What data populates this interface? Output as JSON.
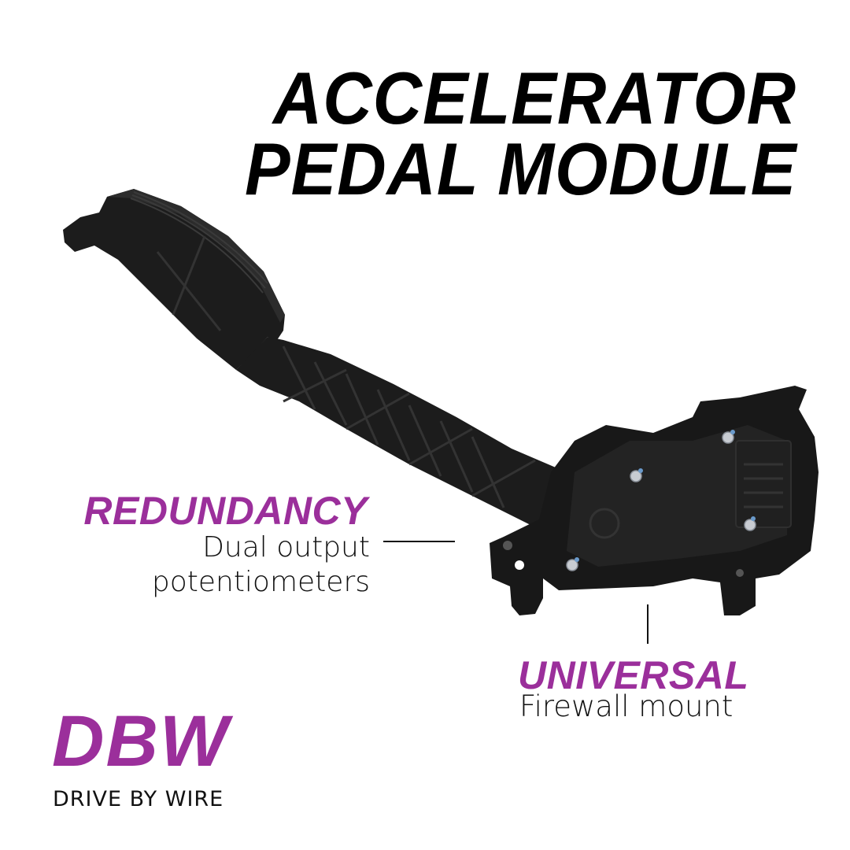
{
  "header": {
    "title_line1": "ACCELERATOR",
    "title_line2": "PEDAL MODULE"
  },
  "features": [
    {
      "heading": "REDUNDANCY",
      "lines": [
        "Dual output",
        "potentiometers"
      ]
    },
    {
      "heading": "UNIVERSAL",
      "lines": [
        "Firewall mount"
      ]
    }
  ],
  "brand": {
    "logo": "DBW",
    "tagline": "DRIVE BY WIRE"
  },
  "product_image": {
    "icon": "accelerator-pedal-icon",
    "subject": "Black accelerator pedal module with connector and mounting feet"
  },
  "colors": {
    "accent": "#9b2f9b",
    "text": "#000000",
    "background": "#ffffff",
    "product": "#1a1a1a"
  }
}
